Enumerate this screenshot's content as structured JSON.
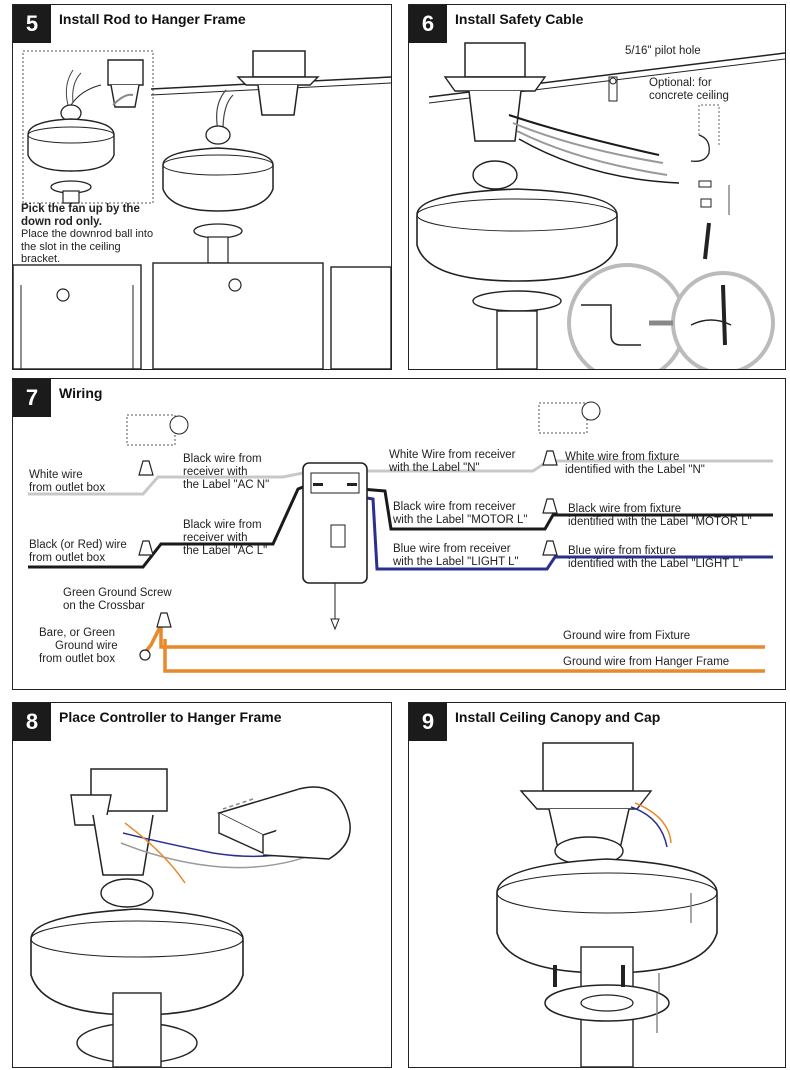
{
  "steps": [
    {
      "number": "5",
      "title": "Install Rod to Hanger Frame"
    },
    {
      "number": "6",
      "title": "Install Safety Cable"
    },
    {
      "number": "7",
      "title": "Wiring"
    },
    {
      "number": "8",
      "title": "Place Controller to Hanger Frame"
    },
    {
      "number": "9",
      "title": "Install Ceiling Canopy and Cap"
    }
  ],
  "step5": {
    "note_bold": "Pick the fan up by the down rod only.",
    "note_text": "Place the downrod ball into the slot in the ceiling bracket."
  },
  "step6": {
    "pilot_hole": "5/16\" pilot hole",
    "optional_1": "Optional: for",
    "optional_2": "concrete ceiling"
  },
  "step7": {
    "white_outlet_1": "White wire",
    "white_outlet_2": "from outlet box",
    "black_recv_acn_1": "Black wire from",
    "black_recv_acn_2": "receiver with",
    "black_recv_acn_3": "the Label \"AC N\"",
    "black_outlet_1": "Black (or Red) wire",
    "black_outlet_2": "from outlet box",
    "black_recv_acl_1": "Black wire from",
    "black_recv_acl_2": "receiver with",
    "black_recv_acl_3": "the Label \"AC L\"",
    "white_recv_n_1": "White Wire from receiver",
    "white_recv_n_2": "with the Label \"N\"",
    "white_fix_n_1": "White wire from fixture",
    "white_fix_n_2": "identified with the Label \"N\"",
    "black_recv_motor_1": "Black wire from receiver",
    "black_recv_motor_2": "with the Label \"MOTOR L\"",
    "black_fix_motor_1": "Black wire from fixture",
    "black_fix_motor_2": "identified with the Label \"MOTOR L\"",
    "blue_recv_light_1": "Blue wire from receiver",
    "blue_recv_light_2": "with the Label \"LIGHT L\"",
    "blue_fix_light_1": "Blue wire from fixture",
    "blue_fix_light_2": "identified with the Label \"LIGHT L\"",
    "ground_screw_1": "Green Ground Screw",
    "ground_screw_2": "on the Crossbar",
    "bare_ground_1": "Bare, or Green",
    "bare_ground_2": "Ground wire",
    "bare_ground_3": "from outlet box",
    "ground_fixture": "Ground wire from Fixture",
    "ground_hanger": "Ground wire from Hanger Frame"
  },
  "colors": {
    "white_wire": "#c8c8c8",
    "black_wire": "#1a1a1a",
    "blue_wire": "#2b2f8f",
    "ground_wire": "#e8892a",
    "gray_wire": "#9a9a9a"
  }
}
